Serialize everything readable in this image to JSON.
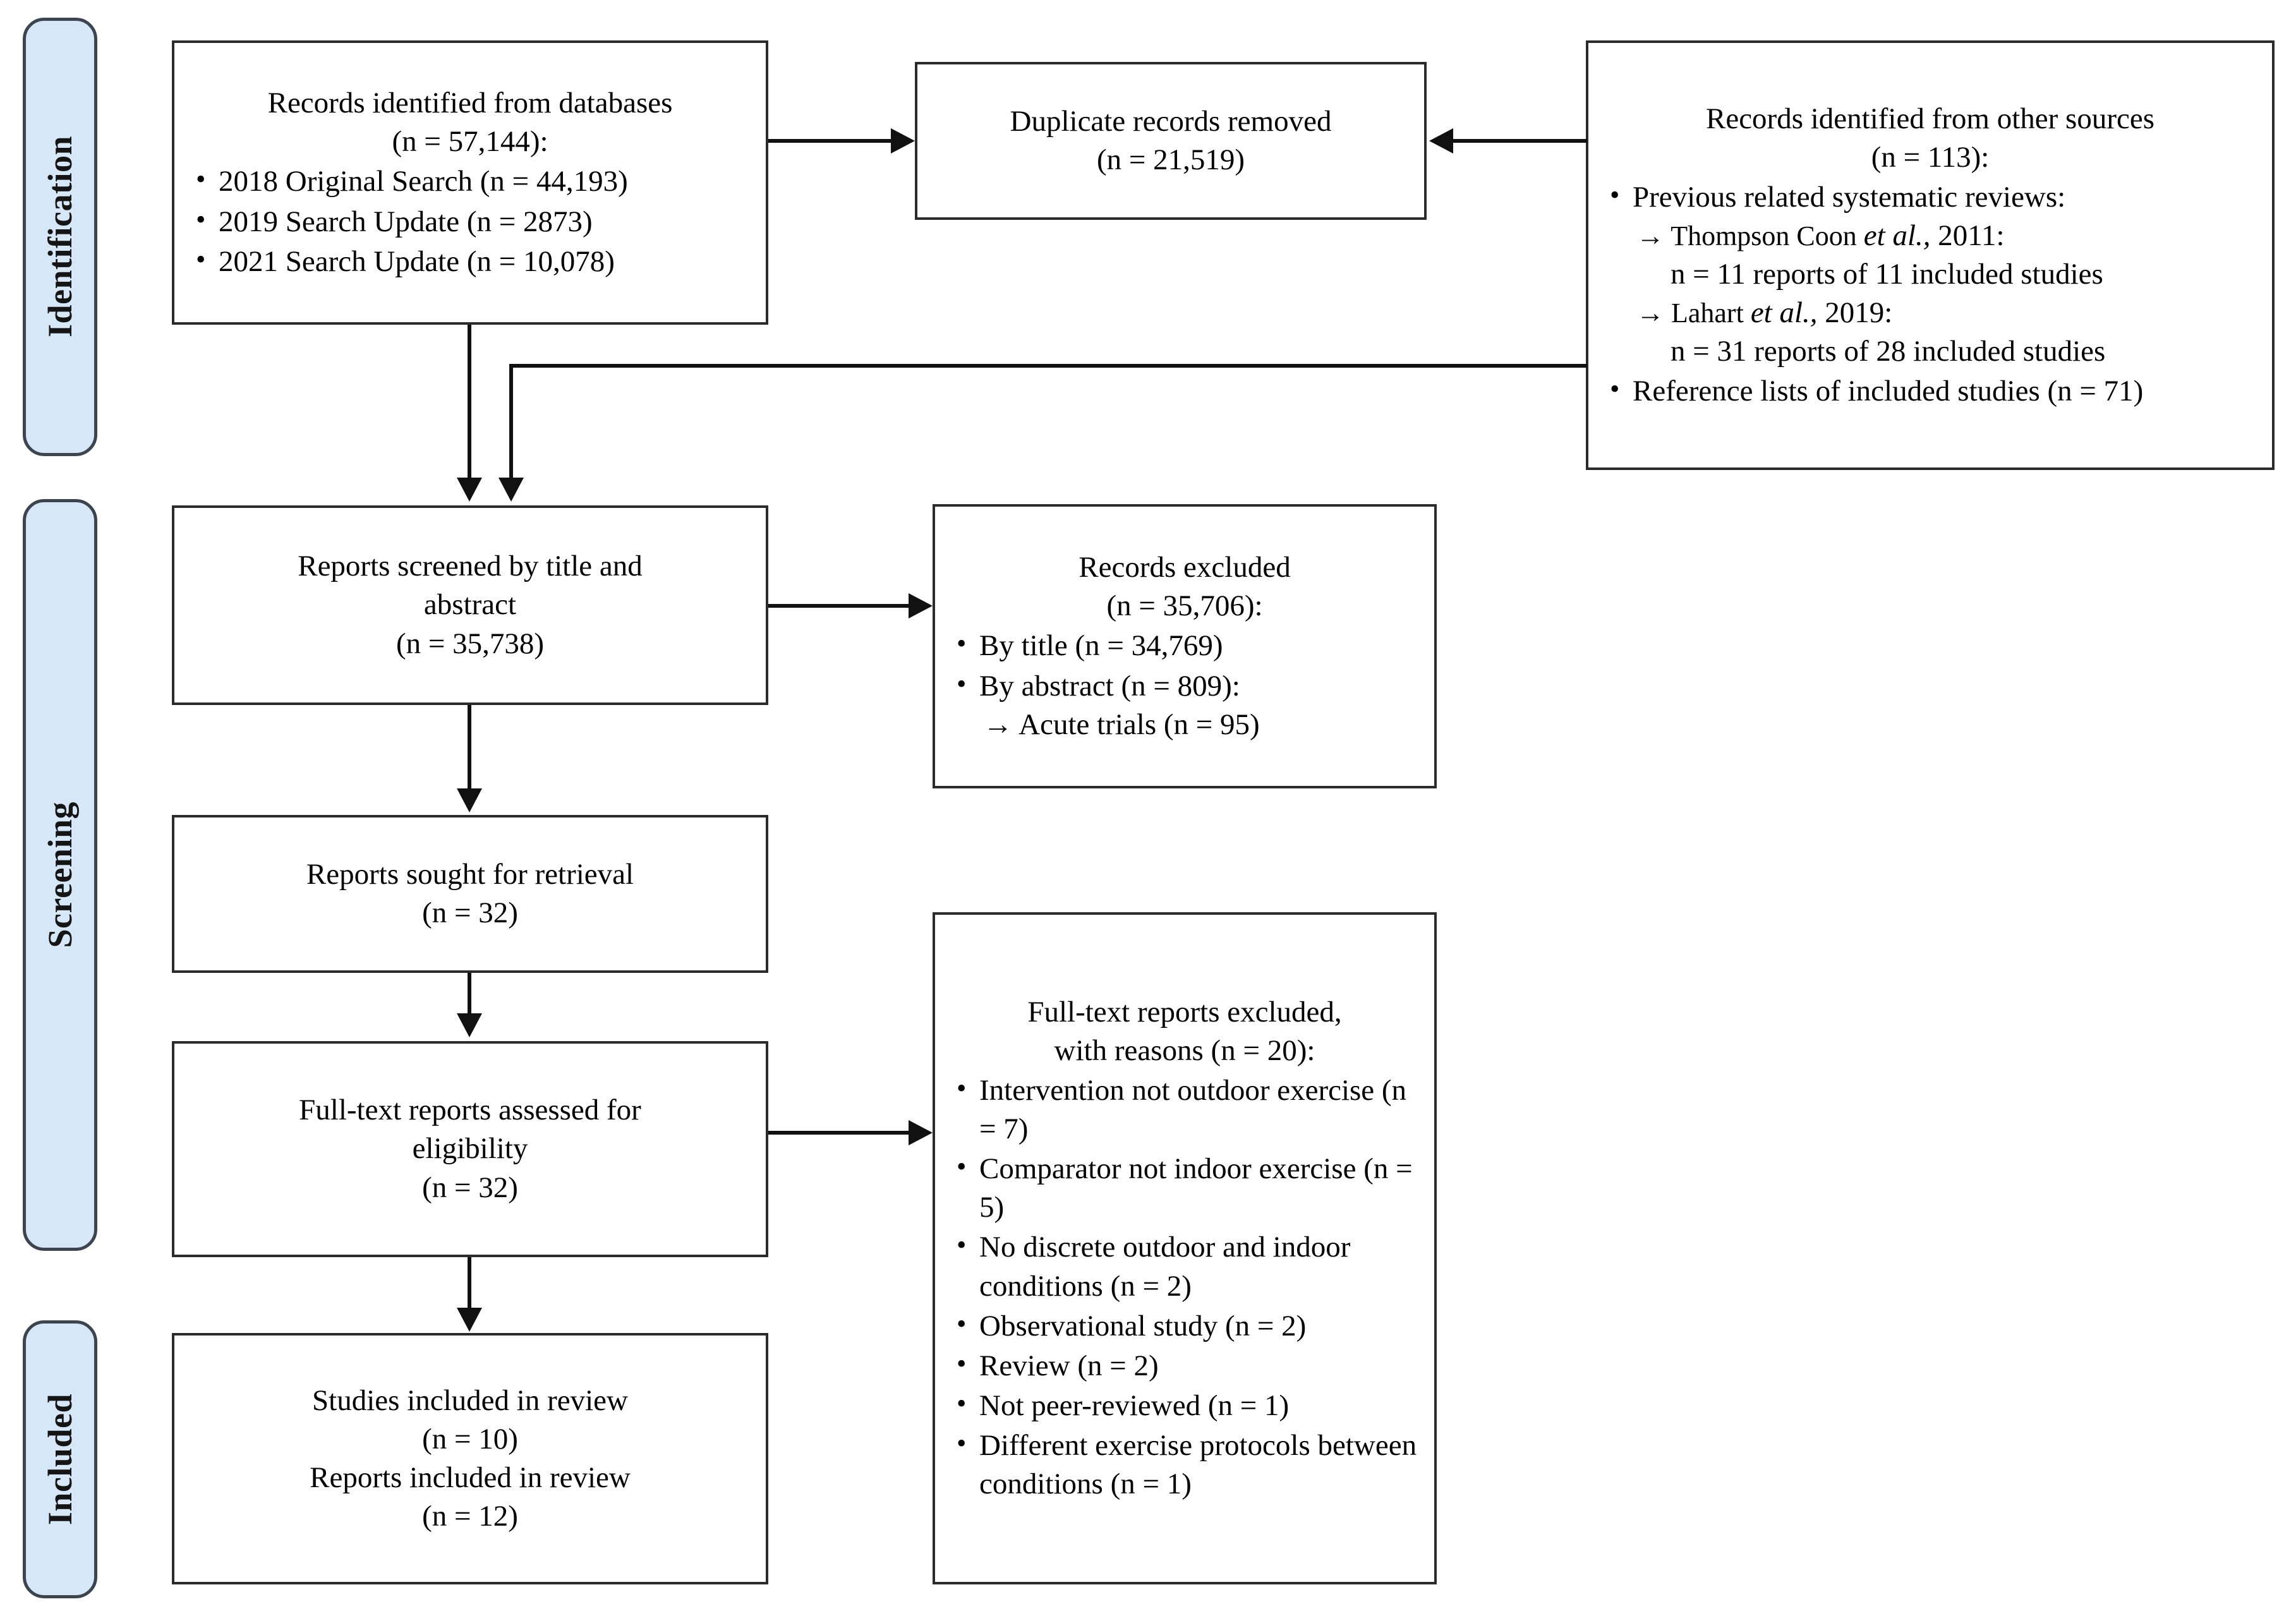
{
  "phases": [
    {
      "label": "Identification"
    },
    {
      "label": "Screening"
    },
    {
      "label": "Included"
    }
  ],
  "boxes": {
    "databases": {
      "title": "Records identified from databases",
      "count": "(n = 57,144):",
      "items": [
        "2018 Original Search (n = 44,193)",
        "2019 Search Update (n = 2873)",
        "2021 Search Update (n = 10,078)"
      ]
    },
    "duplicates": {
      "title": "Duplicate records removed",
      "count": "(n = 21,519)"
    },
    "other_sources": {
      "title": "Records identified from other sources",
      "count": "(n = 113):",
      "item1": "Previous related systematic reviews:",
      "sub1_arrow": "→ Thompson Coon ",
      "sub1_italic": "et al.,",
      "sub1_tail": " 2011:",
      "sub1_detail": "n = 11 reports of 11 included studies",
      "sub2_arrow": "→ Lahart ",
      "sub2_italic": "et al.,",
      "sub2_tail": " 2019:",
      "sub2_detail": "n = 31 reports of 28 included studies",
      "item2": "Reference lists of included studies (n = 71)"
    },
    "screened": {
      "line1": "Reports screened by title and",
      "line2": "abstract",
      "count": "(n = 35,738)"
    },
    "records_excluded": {
      "title": "Records excluded",
      "count": "(n = 35,706):",
      "items": [
        "By title (n = 34,769)",
        "By abstract (n = 809):"
      ],
      "sub": "→ Acute trials (n = 95)"
    },
    "sought": {
      "title": "Reports sought for retrieval",
      "count": "(n = 32)"
    },
    "fulltext_assessed": {
      "line1": "Full-text reports assessed for",
      "line2": "eligibility",
      "count": "(n = 32)"
    },
    "fulltext_excluded": {
      "line1": "Full-text reports excluded,",
      "line2": "with reasons (n = 20):",
      "items": [
        "Intervention not outdoor exercise (n = 7)",
        "Comparator not indoor exercise (n = 5)",
        "No discrete outdoor and indoor conditions (n = 2)",
        "Observational study (n = 2)",
        "Review (n = 2)",
        "Not peer-reviewed (n = 1)",
        "Different exercise protocols between conditions (n = 1)"
      ]
    },
    "included": {
      "line1": "Studies included in review",
      "count1": "(n = 10)",
      "line2": "Reports included in review",
      "count2": "(n = 12)"
    }
  },
  "colors": {
    "phase_tab_fill": "#d6e7f8",
    "phase_tab_border": "#3c4450",
    "box_border": "#2b2b2b",
    "connector": "#111111"
  }
}
